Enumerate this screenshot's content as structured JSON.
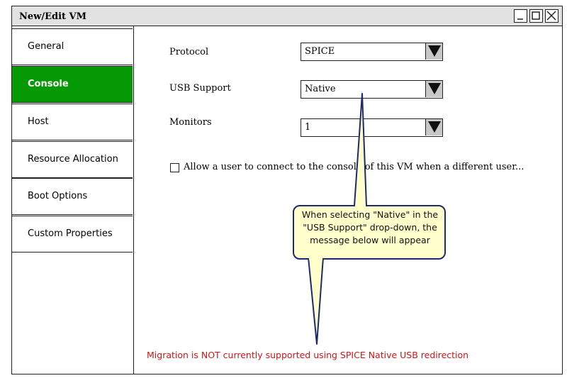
{
  "window": {
    "title": "New/Edit VM",
    "controls": [
      "minimize-icon",
      "maximize-icon",
      "close-icon"
    ]
  },
  "sidebar": {
    "items": [
      {
        "label": "General",
        "active": false
      },
      {
        "label": "Console",
        "active": true
      },
      {
        "label": "Host",
        "active": false
      },
      {
        "label": "Resource Allocation",
        "active": false
      },
      {
        "label": "Boot Options",
        "active": false
      },
      {
        "label": "Custom Properties",
        "active": false
      }
    ],
    "active_color": "#059a05"
  },
  "form": {
    "protocol": {
      "label": "Protocol",
      "value": "SPICE"
    },
    "usb_support": {
      "label": "USB Support",
      "value": "Native"
    },
    "monitors": {
      "label": "Monitors",
      "value": "1"
    },
    "allow_connect": {
      "label": "Allow a user to connect to the console of this VM when a different user...",
      "checked": false
    }
  },
  "callout": {
    "text": "When selecting \"Native\" in the \"USB Support\" drop-down, the message below will appear",
    "fill": "#ffffcc",
    "stroke": "#1c2a6e"
  },
  "warning": {
    "text": "Migration is NOT currently supported using SPICE Native USB redirection",
    "color": "#d41414"
  }
}
